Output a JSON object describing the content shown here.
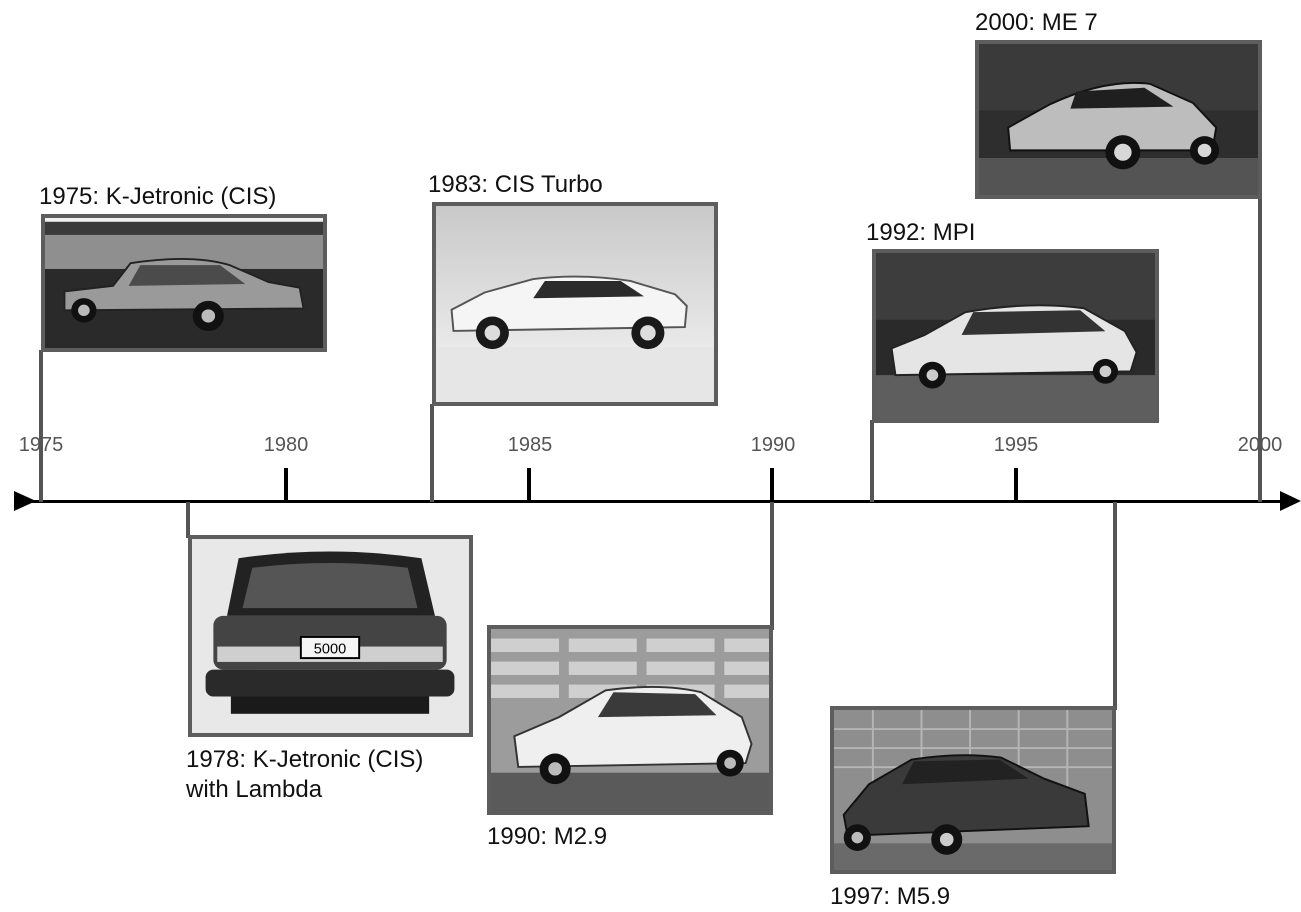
{
  "axis": {
    "ticks": [
      "1975",
      "1980",
      "1985",
      "1990",
      "1995",
      "2000"
    ]
  },
  "events": [
    {
      "id": "1975",
      "caption": "1975: K-Jetronic (CIS)",
      "image": "sedan-1975-photo"
    },
    {
      "id": "1978",
      "caption_lines": [
        "1978: K-Jetronic (CIS)",
        "with Lambda"
      ],
      "image": "audi-5000-rear-photo"
    },
    {
      "id": "1983",
      "caption": "1983: CIS Turbo",
      "image": "quattro-coupe-photo"
    },
    {
      "id": "1990",
      "caption": "1990: M2.9",
      "image": "v8-sedan-photo"
    },
    {
      "id": "1992",
      "caption": "1992: MPI",
      "image": "sedan-1992-photo"
    },
    {
      "id": "1997",
      "caption": "1997: M5.9",
      "image": "a4-sedan-photo"
    },
    {
      "id": "2000",
      "caption": "2000: ME 7",
      "image": "tt-coupe-photo"
    }
  ],
  "colors": {
    "axis": "#000000",
    "connector": "#555555",
    "frame": "#5d5d5d",
    "tick_label": "#555555"
  }
}
